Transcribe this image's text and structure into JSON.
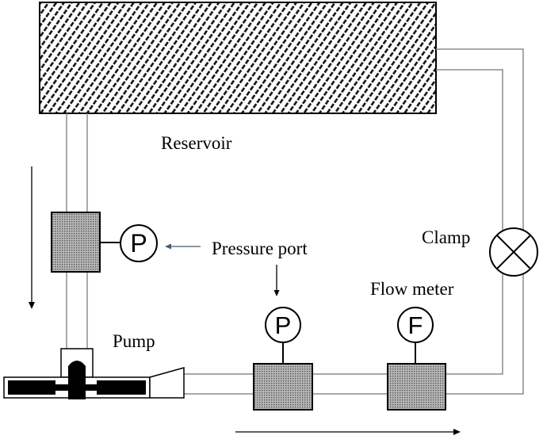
{
  "labels": {
    "reservoir": "Reservoir",
    "pressure_port": "Pressure port",
    "clamp": "Clamp",
    "flow_meter": "Flow meter",
    "pump": "Pump"
  },
  "gauges": {
    "pressure_upper": "P",
    "pressure_lower": "P",
    "flow": "F"
  },
  "colors": {
    "line": "#000000",
    "tube": "#8c8c8c",
    "reservoir_fill": "#1a1a1a",
    "chamber_fill": "#9a9a9a",
    "pump_fill": "#000000",
    "arrow_small": "#4a5a70"
  }
}
